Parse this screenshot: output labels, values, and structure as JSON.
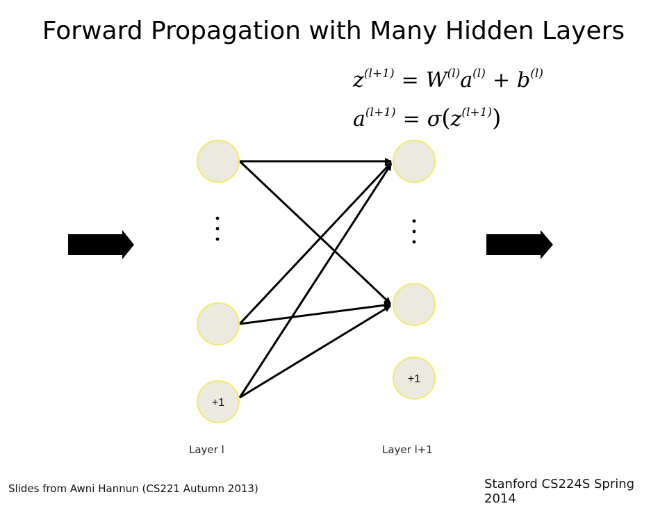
{
  "title": "Forward Propagation with Many Hidden Layers",
  "equations": {
    "eq1": {
      "lhs_base": "z",
      "lhs_sup": "(l+1)",
      "equals": "=",
      "w_base": "W",
      "w_sup": "(l)",
      "a_base": "a",
      "a_sup": "(l)",
      "plus": "+",
      "b_base": "b",
      "b_sup": "(l)"
    },
    "eq2": {
      "lhs_base": "a",
      "lhs_sup": "(l+1)",
      "equals": "=",
      "func": "σ",
      "open": "(",
      "z_base": "z",
      "z_sup": "(l+1)",
      "close": ")"
    }
  },
  "diagram": {
    "bias_label": "+1",
    "dots": "⋮",
    "layer_left_label": "Layer l",
    "layer_right_label": "Layer l+1",
    "node_fill": "#ece9e0",
    "node_stroke": "#f2ea6a"
  },
  "footer": {
    "credit": "Slides from Awni Hannun (CS221 Autumn 2013)",
    "course": "Stanford CS224S Spring 2014"
  }
}
